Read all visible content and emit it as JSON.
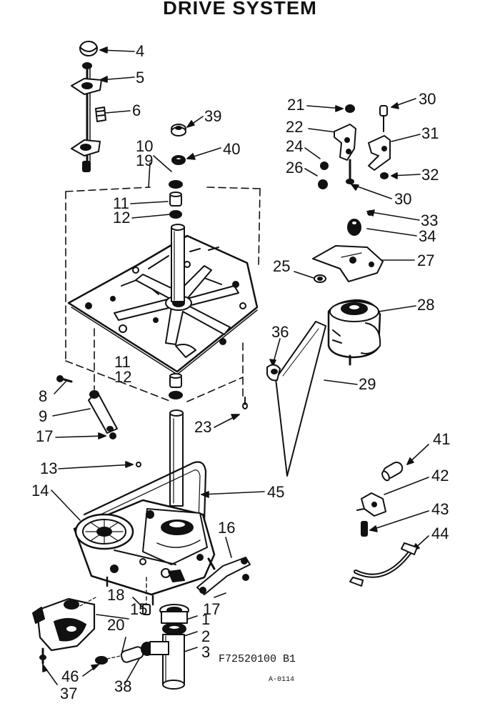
{
  "title": "DRIVE SYSTEM",
  "diagram_code": "F72520100 B1",
  "figure_ref": "A-0114",
  "callouts": [
    "4",
    "5",
    "6",
    "39",
    "40",
    "10",
    "19",
    "11",
    "12",
    "21",
    "22",
    "24",
    "26",
    "30",
    "31",
    "32",
    "33",
    "34",
    "27",
    "25",
    "28",
    "36",
    "29",
    "8",
    "9",
    "17",
    "23",
    "13",
    "14",
    "45",
    "41",
    "42",
    "43",
    "44",
    "16",
    "18",
    "15",
    "20",
    "1",
    "2",
    "3",
    "46",
    "38",
    "37"
  ],
  "colors": {
    "ink": "#111111",
    "paper": "#ffffff"
  }
}
